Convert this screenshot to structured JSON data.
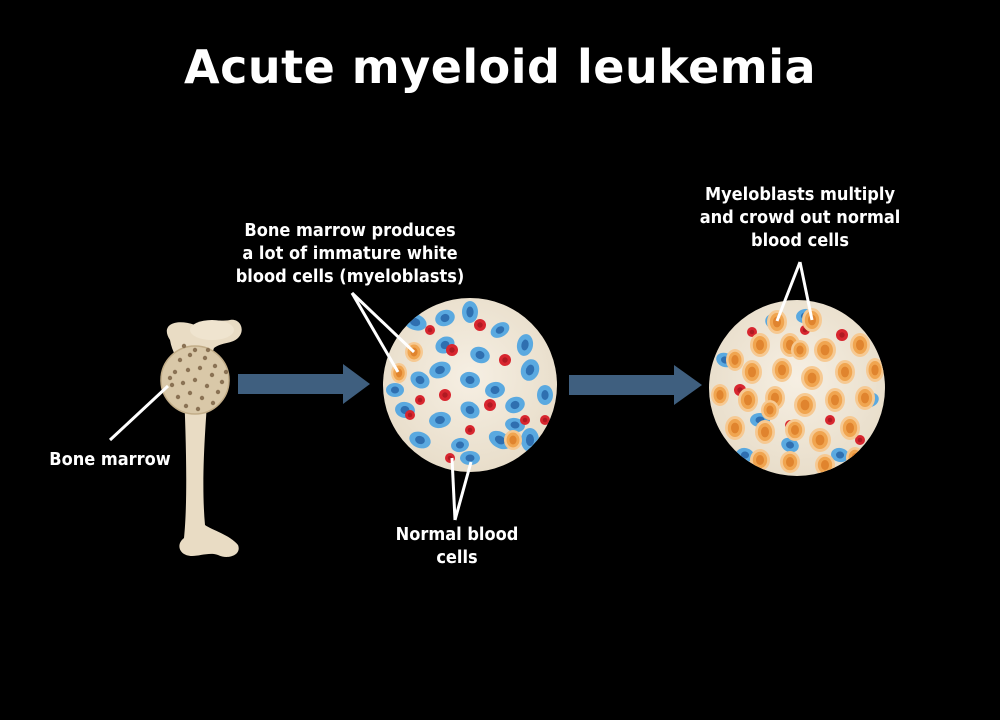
{
  "title": "Acute myeloid leukemia",
  "labels": {
    "bone_marrow": "Bone marrow",
    "production": [
      "Bone marrow produces",
      "a lot of immature white",
      "blood cells (myeloblasts)"
    ],
    "normal_cells": [
      "Normal blood",
      "cells"
    ],
    "crowding": [
      "Myeloblasts multiply",
      "and crowd out normal",
      "blood cells"
    ]
  },
  "colors": {
    "background": "#000000",
    "bone": "#e9dcc4",
    "marrow_fill": "#efe6d6",
    "arrow": "#3f5f7f",
    "red_cell": "#d8262f",
    "blue_cell": "#5aa9e0",
    "myeloblast": "#f0a550"
  }
}
